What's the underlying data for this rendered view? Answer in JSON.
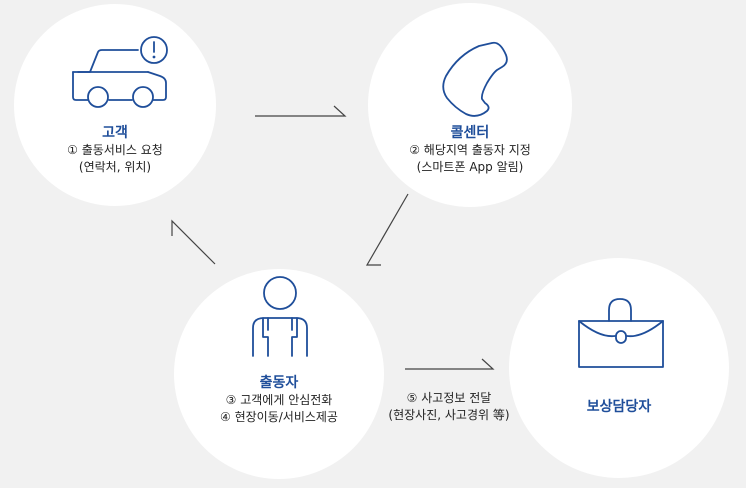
{
  "nodes": {
    "customer": {
      "title": "고객",
      "line1": "① 출동서비스 요청",
      "line2": "(연락처, 위치)"
    },
    "callcenter": {
      "title": "콜센터",
      "line1": "② 해당지역 출동자 지정",
      "line2": "(스마트폰 App 알림)"
    },
    "dispatcher": {
      "title": "출동자",
      "line1": "③ 고객에게 안심전화",
      "line2": "④ 현장이동/서비스제공"
    },
    "adjuster": {
      "title": "보상담당자"
    }
  },
  "edges": {
    "dispatcher_to_adjuster": {
      "line1": "⑤ 사고정보 전달",
      "line2": "(현장사진, 사고경위 等)"
    }
  },
  "colors": {
    "accent": "#1f4e9a",
    "background": "#f1f1f1",
    "circle": "#ffffff"
  },
  "icons": {
    "customer": "car-alert-icon",
    "callcenter": "phone-icon",
    "dispatcher": "worker-icon",
    "adjuster": "briefcase-icon"
  }
}
